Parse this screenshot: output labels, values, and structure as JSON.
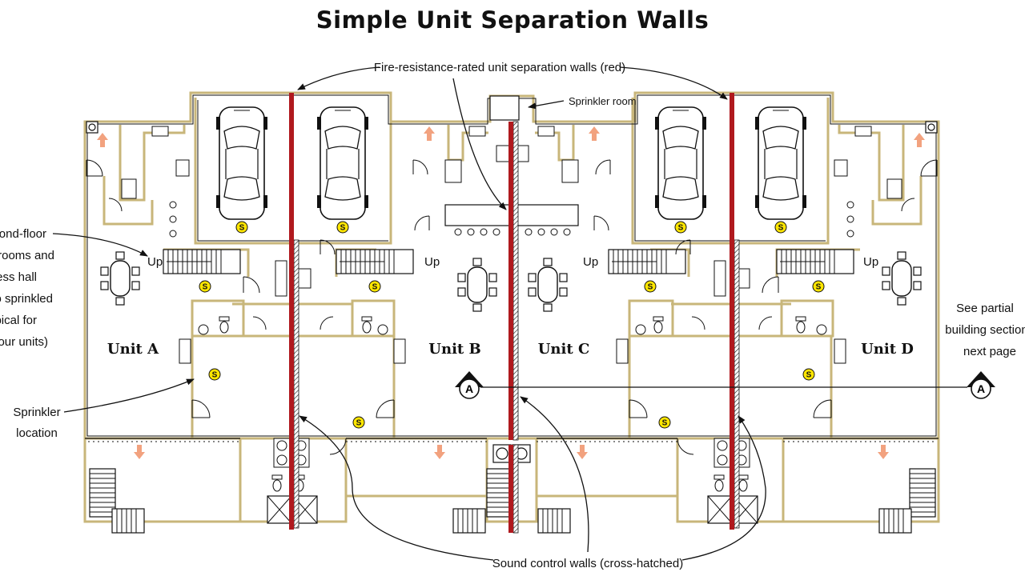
{
  "title": "Simple Unit Separation Walls",
  "callouts": {
    "fire_walls": "Fire-resistance-rated unit separation walls (red)",
    "sprinkler_room": "Sprinkler room",
    "second_floor": [
      "ond-floor",
      "rooms and",
      "ess hall",
      "o sprinkled",
      "pical for",
      "our units)"
    ],
    "sprinkler_location": [
      "Sprinkler",
      "location"
    ],
    "sound_walls": "Sound control walls (cross-hatched)",
    "section_ref": [
      "See partial",
      "building section",
      "next page"
    ]
  },
  "units": [
    "Unit A",
    "Unit B",
    "Unit C",
    "Unit D"
  ],
  "stair_label": "Up",
  "sprinkler_symbol": "S",
  "section_marker": "A",
  "colors": {
    "fire_wall": "#b0191e",
    "wall": "#c8b67a",
    "sprinkler": "#ffe600",
    "arrow": "#f2a27f",
    "line": "#111111"
  }
}
